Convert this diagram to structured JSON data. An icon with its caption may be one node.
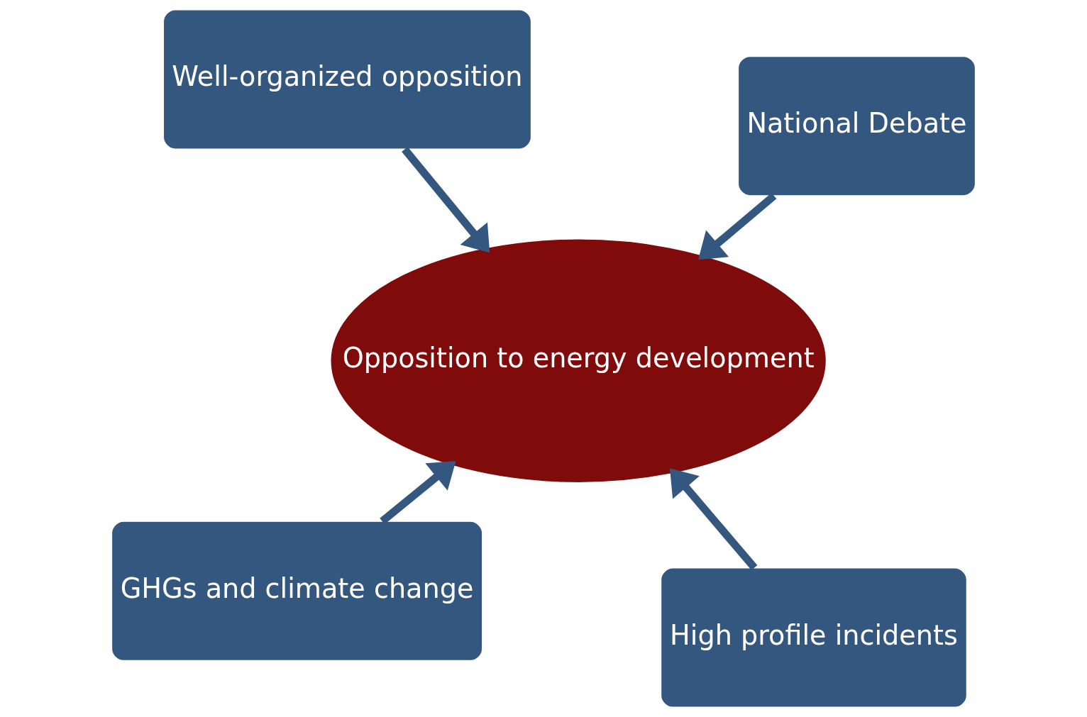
{
  "diagram": {
    "nodes": [
      {
        "text": [
          "GHGs and climate change"
        ]
      },
      {
        "text": [
          "High profile incidents"
        ]
      },
      {
        "text": [
          "Opposition to energy development"
        ]
      },
      {
        "text": [
          "Well-organized opposition"
        ]
      },
      {
        "text": [
          "National Debate"
        ]
      }
    ],
    "edges": [
      {
        "from": 0,
        "to": 2,
        "arrow": "to"
      },
      {
        "from": 1,
        "to": 2,
        "arrow": "to"
      },
      {
        "from": 3,
        "to": 2,
        "arrow": "to"
      },
      {
        "from": 4,
        "to": 2,
        "arrow": "to"
      }
    ]
  }
}
